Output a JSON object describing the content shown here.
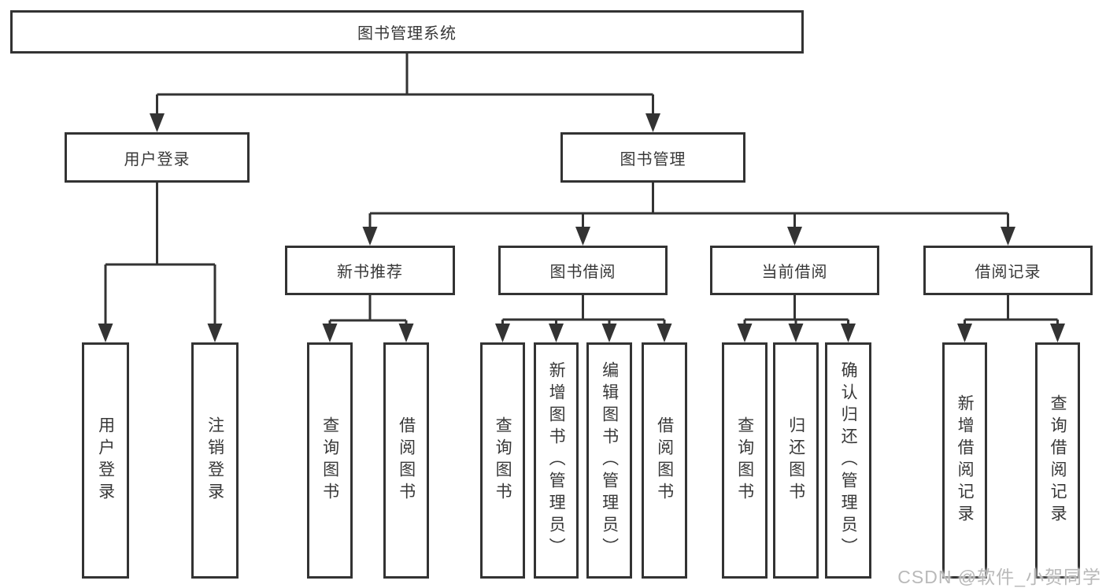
{
  "colors": {
    "line": "#333333",
    "text": "#383838",
    "watermark": "#b9b9b9",
    "background": "#ffffff"
  },
  "tree": {
    "root": {
      "label": "图书管理系统"
    },
    "branches": [
      {
        "label": "用户登录",
        "children": [
          {
            "label": "用户登录"
          },
          {
            "label": "注销登录"
          }
        ]
      },
      {
        "label": "图书管理",
        "children": [
          {
            "label": "新书推荐",
            "children": [
              {
                "label": "查询图书"
              },
              {
                "label": "借阅图书"
              }
            ]
          },
          {
            "label": "图书借阅",
            "children": [
              {
                "label": "查询图书"
              },
              {
                "label": "新增图书（管理员）"
              },
              {
                "label": "编辑图书（管理员）"
              },
              {
                "label": "借阅图书"
              }
            ]
          },
          {
            "label": "当前借阅",
            "children": [
              {
                "label": "查询图书"
              },
              {
                "label": "归还图书"
              },
              {
                "label": "确认归还（管理员）"
              }
            ]
          },
          {
            "label": "借阅记录",
            "children": [
              {
                "label": "新增借阅记录"
              },
              {
                "label": "查询借阅记录"
              }
            ]
          }
        ]
      }
    ]
  },
  "watermark": {
    "text": "CSDN @软件_小贺同学"
  }
}
